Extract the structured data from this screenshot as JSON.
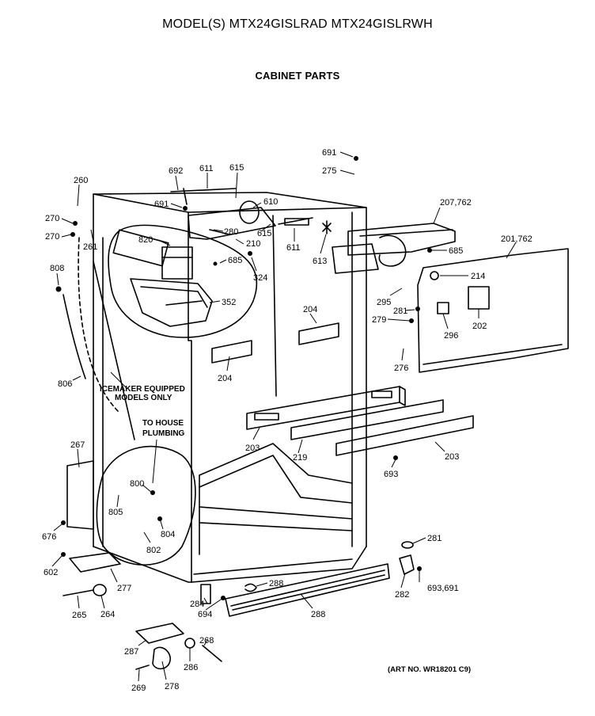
{
  "header": {
    "title": "MODEL(S) MTX24GISLRAD  MTX24GISLRWH",
    "subtitle": "CABINET PARTS"
  },
  "notes": {
    "icemaker_line1": "ICEMAKER EQUIPPED",
    "icemaker_line2": "MODELS ONLY",
    "plumbing_line1": "TO HOUSE",
    "plumbing_line2": "PLUMBING",
    "art_no": "(ART NO. WR18201 C9)"
  },
  "callouts": {
    "c691_top": "691",
    "c275": "275",
    "c692": "692",
    "c611_top": "611",
    "c615_top": "615",
    "c260": "260",
    "c691_mid": "691",
    "c610": "610",
    "c207_762": "207,762",
    "c270_a": "270",
    "c270_b": "270",
    "c280": "280",
    "c201_762": "201,762",
    "c261": "261",
    "c820": "820",
    "c615_mid": "615",
    "c210": "210",
    "c611_mid": "611",
    "c613": "613",
    "c685_left": "685",
    "c685_right": "685",
    "c808": "808",
    "c324": "324",
    "c214": "214",
    "c295": "295",
    "c352": "352",
    "c281_top": "281",
    "c204_right": "204",
    "c279": "279",
    "c296": "296",
    "c202": "202",
    "c276": "276",
    "c204_left": "204",
    "c806": "806",
    "c203_left": "203",
    "c219": "219",
    "c203_right": "203",
    "c693": "693",
    "c267": "267",
    "c800": "800",
    "c805": "805",
    "c804": "804",
    "c676": "676",
    "c802": "802",
    "c281_bottom": "281",
    "c602": "602",
    "c277": "277",
    "c288_top": "288",
    "c282": "282",
    "c693_691": "693,691",
    "c265": "265",
    "c264": "264",
    "c284": "284",
    "c694": "694",
    "c288_bottom": "288",
    "c268": "268",
    "c287": "287",
    "c286": "286",
    "c269": "269",
    "c278": "278"
  },
  "colors": {
    "ink": "#000000",
    "paper": "#ffffff"
  }
}
